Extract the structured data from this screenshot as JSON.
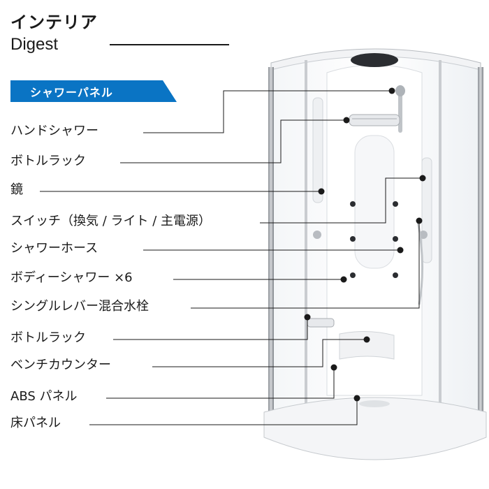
{
  "brand": {
    "title_ja": "インテリア",
    "title_en": "Digest"
  },
  "section": {
    "title": "シャワーパネル",
    "tab_color": "#0a74c4"
  },
  "labels": [
    "ハンドシャワー",
    "ボトルラック",
    "鏡",
    "スイッチ（換気 / ライト / 主電源）",
    "シャワーホース",
    "ボディーシャワー ×6",
    "シングルレバー混合水栓",
    "ボトルラック",
    "ベンチカウンター",
    "ABS パネル",
    "床パネル"
  ]
}
